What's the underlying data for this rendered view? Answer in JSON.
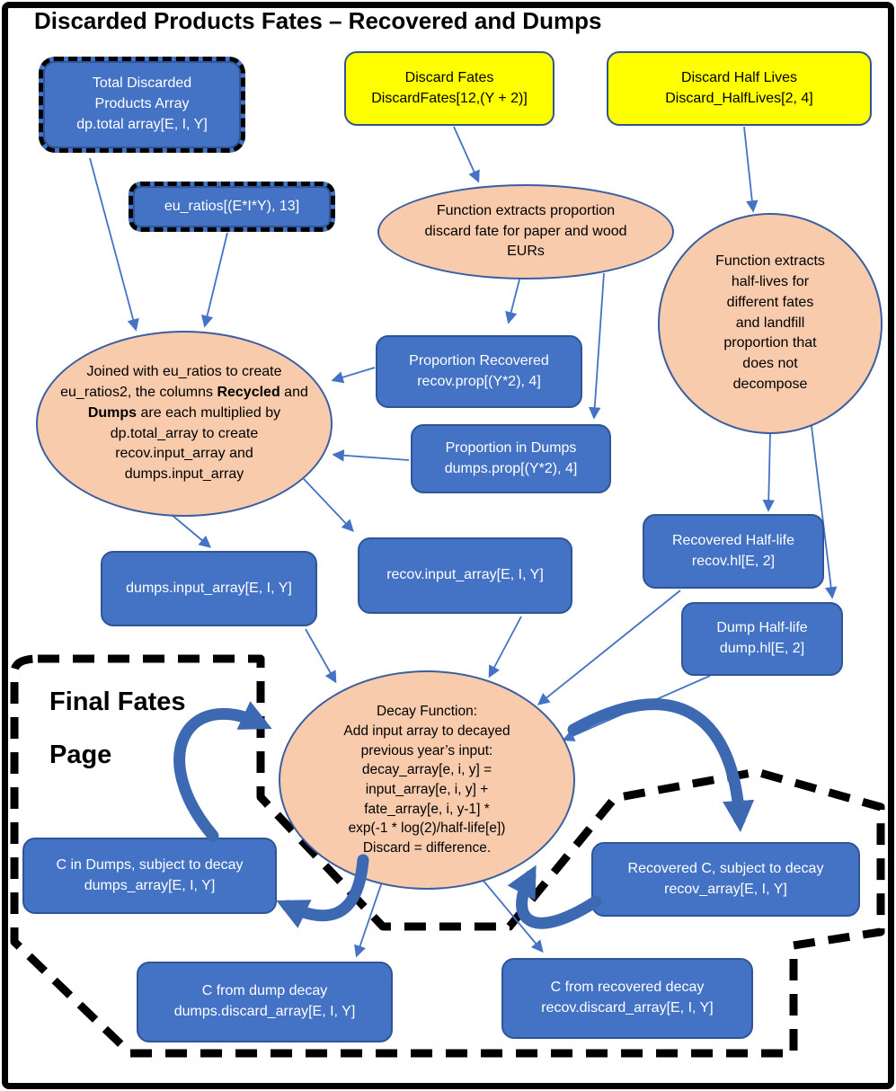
{
  "title": "Discarded Products Fates – Recovered and Dumps",
  "final_fates": {
    "line1": "Final Fates",
    "line2": "Page"
  },
  "colors": {
    "node_blue": "#4472C4",
    "node_border": "#2F5597",
    "yellow": "#FFFF00",
    "peach": "#F8CBAD",
    "arrow_blue": "#4472C4",
    "thick_arrow_blue": "#3C69B1",
    "dashed_black": "#000000"
  },
  "nodes": {
    "total_discarded": {
      "lines": [
        "Total Discarded",
        "Products Array",
        "dp.total  array[E, I, Y]"
      ]
    },
    "discard_fates": {
      "lines": [
        "Discard Fates",
        "DiscardFates[12,(Y + 2)]"
      ]
    },
    "discard_half_lives": {
      "lines": [
        "Discard Half Lives",
        "Discard_HalfLives[2, 4]"
      ]
    },
    "eu_ratios": {
      "lines": [
        "eu_ratios[(E*I*Y), 13]"
      ]
    },
    "extract_proportion_fn": {
      "lines": [
        "Function extracts proportion",
        "discard fate for paper and wood",
        "EURs"
      ]
    },
    "extract_half_lives_fn": {
      "lines": [
        "Function extracts",
        "half-lives for",
        "different fates",
        "and landfill",
        "proportion that",
        "does not",
        "decompose"
      ]
    },
    "proportion_recovered": {
      "lines": [
        "Proportion Recovered",
        "recov.prop[(Y*2), 4]"
      ]
    },
    "proportion_in_dumps": {
      "lines": [
        "Proportion in Dumps",
        "dumps.prop[(Y*2), 4]"
      ]
    },
    "joined_fn": {
      "segments": {
        "s1": "Joined with eu_ratios to create eu_ratios2, the columns ",
        "b1": "Recycled",
        "s2": " and ",
        "b2": "Dumps",
        "s3": " are each multiplied by dp.total_array to create recov.input_array and dumps.input_array"
      }
    },
    "dumps_input": {
      "lines": [
        "dumps.input_array[E, I, Y]"
      ]
    },
    "recov_input": {
      "lines": [
        "recov.input_array[E, I, Y]"
      ]
    },
    "recovered_half_life": {
      "lines": [
        "Recovered Half-life",
        "recov.hl[E, 2]"
      ]
    },
    "dump_half_life": {
      "lines": [
        "Dump Half-life",
        "dump.hl[E, 2]"
      ]
    },
    "decay_fn": {
      "lines": [
        "Decay Function:",
        "Add input array to decayed",
        "previous year’s input:",
        "decay_array[e, i, y] =",
        "input_array[e, i, y] +",
        "fate_array[e, i, y-1] *",
        "exp(-1 * log(2)/half-life[e])",
        "Discard = difference."
      ]
    },
    "c_in_dumps": {
      "lines": [
        "C in Dumps, subject to decay",
        "dumps_array[E, I, Y]"
      ]
    },
    "recovered_c": {
      "lines": [
        "Recovered C, subject to decay",
        "recov_array[E, I, Y]"
      ]
    },
    "c_from_dump_decay": {
      "lines": [
        "C from dump decay",
        "dumps.discard_array[E, I, Y]"
      ]
    },
    "c_from_recovered_decay": {
      "lines": [
        "C from recovered decay",
        "recov.discard_array[E, I, Y]"
      ]
    }
  }
}
